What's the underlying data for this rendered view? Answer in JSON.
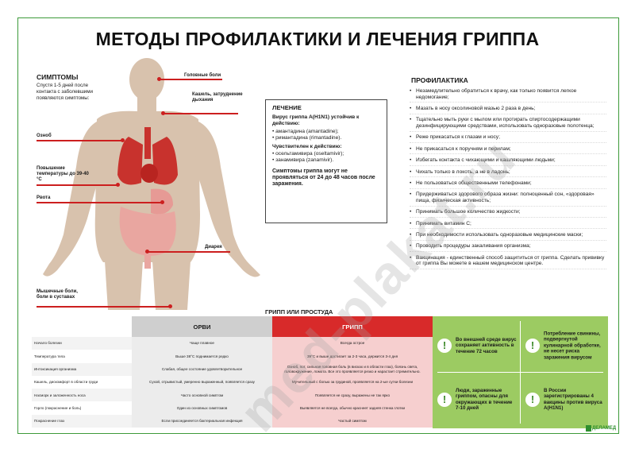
{
  "title": "МЕТОДЫ ПРОФИЛАКТИКИ И ЛЕЧЕНИЯ ГРИППА",
  "symptoms": {
    "heading": "СИМПТОМЫ",
    "intro": "Спустя 1-5 дней после контакта с заболевшими появляются симптомы:",
    "items": [
      "Головные боли",
      "Кашель, затруднение дыхания",
      "Озноб",
      "Повышение температуры до 39-40 °С",
      "Рвота",
      "Диарея",
      "Мышечные боли, боли в суставах"
    ]
  },
  "treatment": {
    "heading": "ЛЕЧЕНИЕ",
    "resistant_heading": "Вирус гриппа А(H1N1) устойчив к действию:",
    "resistant_items": [
      "амантадина (amantadine);",
      "римантадина (rimantadine)."
    ],
    "sensitive_heading": "Чувствителен к действию:",
    "sensitive_items": [
      "осельтамивира (oseltamivir);",
      "занамивира (zanamivir)."
    ],
    "warning": "Симптомы гриппа могут не проявляться от 24 до 48 часов после заражения."
  },
  "prevention": {
    "heading": "ПРОФИЛАКТИКА",
    "items": [
      "Незамедлительно обратиться к врачу, как только появится легкое недомогание;",
      "Мазать в носу оксолиновой мазью 2 раза в день;",
      "Тщательно мыть руки с мылом или протирать спиртосодержащими дезинфицирующими средствами, использовать одноразовые полотенца;",
      "Реже прикасаться к глазам и носу;",
      "Не прикасаться к поручням и перилам;",
      "Избегать контакта с чихающими и кашляющими людьми;",
      "Чихать только в локоть, а не в ладонь;",
      "Не пользоваться общественными телефонами;",
      "Придерживаться здорового образа жизни: полноценный сон, «здоровая» пища, физическая активность;",
      "Принимать большое количество жидкости;",
      "Принимать витамин С;",
      "При необходимости использовать одноразовые медицинские маски;",
      "Проводить процедуры закаливания организма;",
      "Вакцинация - единственный способ защититься от гриппа. Сделать прививку от гриппа Вы можете в нашем медицинском центре."
    ]
  },
  "comparison": {
    "heading": "ГРИПП ИЛИ ПРОСТУДА",
    "col_orvi": "ОРВИ",
    "col_grip": "ГРИПП",
    "rows": [
      {
        "label": "Начало болезни",
        "orvi": "Чаще плавное",
        "grip": "Всегда острое"
      },
      {
        "label": "Температура тела",
        "orvi": "Выше 38°С поднимается редко",
        "grip": "39°С и выше достигает за 2-3 часа, держится 3-4 дня"
      },
      {
        "label": "Интоксикация организма",
        "orvi": "Слабая, общее состояние удовлетворительное",
        "grip": "Озноб, пот, сильная головная боль (в висках и в области глаз), боязнь света, головокружение, ломота. Все это проявляется резко и нарастает стремительно."
      },
      {
        "label": "Кашель, дискомфорт в области груди",
        "orvi": "Сухой, отрывистый, умеренно выраженный, появляется сразу",
        "grip": "Мучительный с болью за грудиной, проявляется на 2-ые сутки болезни"
      },
      {
        "label": "Насморк и заложенность носа",
        "orvi": "Часто основной симптом",
        "grip": "Появляется не сразу, выражены не так ярко"
      },
      {
        "label": "Горло (покраснение и боль)",
        "orvi": "Один из основных симптомов",
        "grip": "Выявляется не всегда, обычно краснеет задняя стенка глотки"
      },
      {
        "label": "Покраснение глаз",
        "orvi": "Если присоединяется бактериальная инфекция",
        "grip": "Частый симптом"
      }
    ]
  },
  "facts": [
    "Во внешней среде вирус сохраняет активность в течение 72 часов",
    "Потребление свинины, подвергнутой кулинарной обработке, не несет риска заражения вирусом",
    "Люди, зараженные гриппом, опасны для окружающих в течение 7-10 дней",
    "В России зарегистрированы 4 вакцины против вируса А(H1N1)"
  ],
  "logo": "ДЕЛАМЕД",
  "watermark": "med-plakat.ru",
  "colors": {
    "accent_red": "#d82a2a",
    "accent_green": "#9ccb62",
    "body": "#d8c2ad"
  }
}
